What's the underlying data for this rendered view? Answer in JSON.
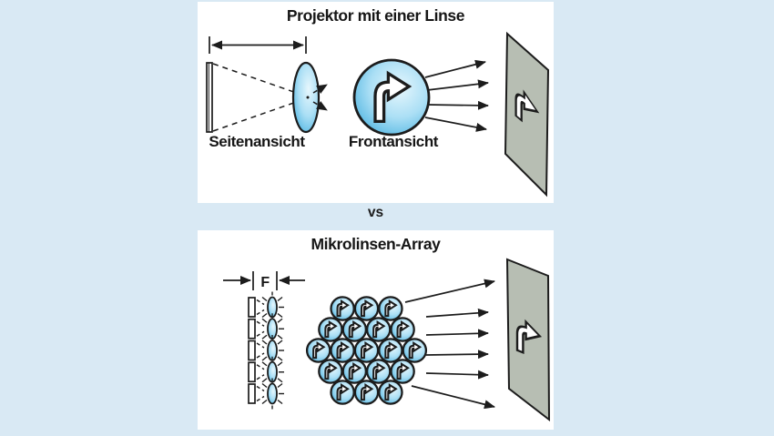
{
  "figure": {
    "vs_label": "vs",
    "background_color": "#d9e9f4",
    "panel_color": "#ffffff"
  },
  "top_panel": {
    "title": "Projektor mit einer Linse",
    "side_view_label": "Seitenansicht",
    "front_view_label": "Frontansicht",
    "beam_arrow_count": 4
  },
  "bottom_panel": {
    "title": "Mikrolinsen-Array",
    "focal_length_label": "F",
    "slide_segment_count": 5,
    "microlens_rows": [
      3,
      4,
      5,
      4,
      3
    ],
    "microlens_total": 19,
    "beam_arrow_count": 6
  },
  "colors": {
    "outline": "#1c1c1c",
    "lens_edge_blue": "#41aede",
    "lens_mid_blue": "#abdff5",
    "lens_center_blue": "#e7f7fd",
    "screen_fill": "#b7beb3",
    "arrow_glyph_fill": "#ffffff"
  },
  "icons": {
    "motif": "turn-right-arrow"
  }
}
